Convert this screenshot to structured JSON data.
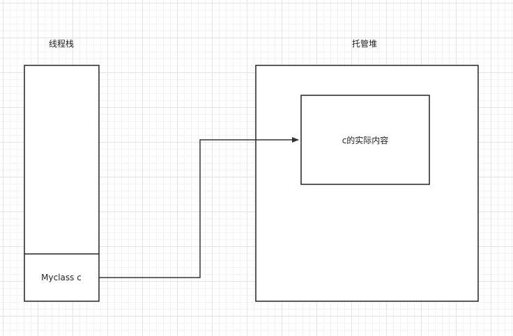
{
  "diagram": {
    "stack_title": "线程栈",
    "heap_title": "托管堆",
    "stack_variable": "Myclass c",
    "heap_object_content": "c的实际内容"
  }
}
